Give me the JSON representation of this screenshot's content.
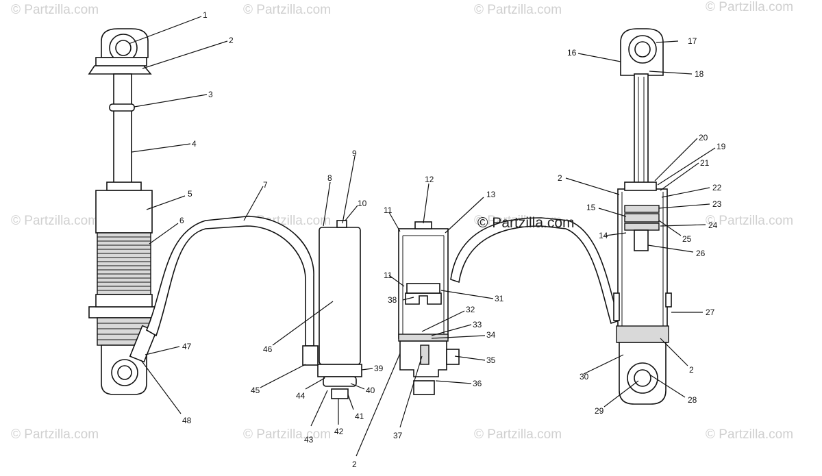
{
  "watermarks": [
    "© Partzilla.com",
    "© Partzilla.com",
    "© Partzilla.com",
    "© Partzilla.com",
    "© Partzilla.com",
    "© Partzilla.com",
    "© Partzilla.com",
    "© Partzilla.com",
    "© Partzilla.com",
    "© Partzilla.com",
    "© Partzilla.com",
    "© Partzilla.com"
  ],
  "center_brand": "© Partzilla.com",
  "callouts": [
    "1",
    "2",
    "3",
    "4",
    "5",
    "6",
    "7",
    "8",
    "9",
    "10",
    "11",
    "12",
    "13",
    "11",
    "38",
    "31",
    "32",
    "33",
    "34",
    "35",
    "36",
    "37",
    "2",
    "39",
    "40",
    "41",
    "42",
    "43",
    "44",
    "45",
    "46",
    "47",
    "48",
    "16",
    "17",
    "18",
    "20",
    "19",
    "21",
    "2",
    "22",
    "15",
    "23",
    "24",
    "14",
    "25",
    "26",
    "27",
    "2",
    "28",
    "29",
    "30"
  ]
}
